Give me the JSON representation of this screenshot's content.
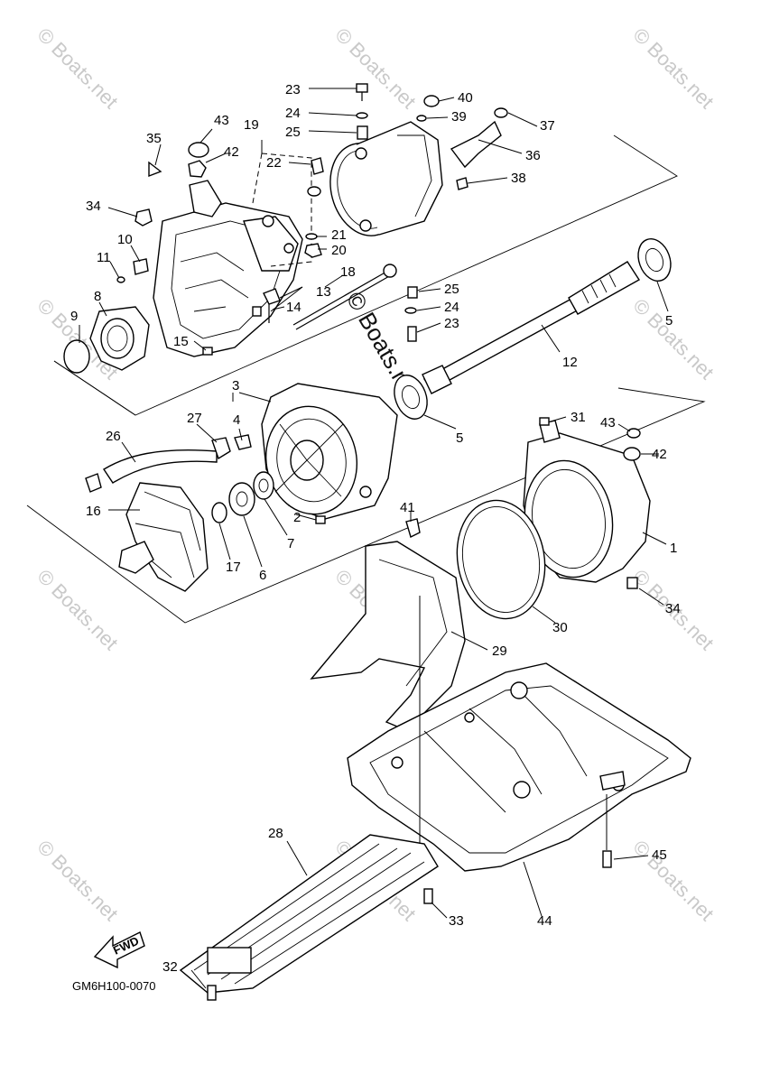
{
  "watermark": {
    "text": "© Boats.net",
    "center_text": "© Boats.net"
  },
  "diagram_code": "GM6H100-0070",
  "fwd_label": "FWD",
  "callouts": [
    {
      "id": "c1",
      "label": "1"
    },
    {
      "id": "c2",
      "label": "2"
    },
    {
      "id": "c3",
      "label": "3"
    },
    {
      "id": "c4",
      "label": "4"
    },
    {
      "id": "c5a",
      "label": "5"
    },
    {
      "id": "c5b",
      "label": "5"
    },
    {
      "id": "c6",
      "label": "6"
    },
    {
      "id": "c7",
      "label": "7"
    },
    {
      "id": "c8",
      "label": "8"
    },
    {
      "id": "c9",
      "label": "9"
    },
    {
      "id": "c10",
      "label": "10"
    },
    {
      "id": "c11",
      "label": "11"
    },
    {
      "id": "c12",
      "label": "12"
    },
    {
      "id": "c13",
      "label": "13"
    },
    {
      "id": "c14",
      "label": "14"
    },
    {
      "id": "c15",
      "label": "15"
    },
    {
      "id": "c16",
      "label": "16"
    },
    {
      "id": "c17",
      "label": "17"
    },
    {
      "id": "c18",
      "label": "18"
    },
    {
      "id": "c19",
      "label": "19"
    },
    {
      "id": "c20",
      "label": "20"
    },
    {
      "id": "c21",
      "label": "21"
    },
    {
      "id": "c22",
      "label": "22"
    },
    {
      "id": "c23a",
      "label": "23"
    },
    {
      "id": "c23b",
      "label": "23"
    },
    {
      "id": "c24a",
      "label": "24"
    },
    {
      "id": "c24b",
      "label": "24"
    },
    {
      "id": "c25a",
      "label": "25"
    },
    {
      "id": "c25b",
      "label": "25"
    },
    {
      "id": "c26",
      "label": "26"
    },
    {
      "id": "c27",
      "label": "27"
    },
    {
      "id": "c28",
      "label": "28"
    },
    {
      "id": "c29",
      "label": "29"
    },
    {
      "id": "c30",
      "label": "30"
    },
    {
      "id": "c31",
      "label": "31"
    },
    {
      "id": "c32",
      "label": "32"
    },
    {
      "id": "c33",
      "label": "33"
    },
    {
      "id": "c34a",
      "label": "34"
    },
    {
      "id": "c34b",
      "label": "34"
    },
    {
      "id": "c35",
      "label": "35"
    },
    {
      "id": "c36",
      "label": "36"
    },
    {
      "id": "c37",
      "label": "37"
    },
    {
      "id": "c38",
      "label": "38"
    },
    {
      "id": "c39",
      "label": "39"
    },
    {
      "id": "c40",
      "label": "40"
    },
    {
      "id": "c41",
      "label": "41"
    },
    {
      "id": "c42a",
      "label": "42"
    },
    {
      "id": "c42b",
      "label": "42"
    },
    {
      "id": "c43a",
      "label": "43"
    },
    {
      "id": "c43b",
      "label": "43"
    },
    {
      "id": "c44",
      "label": "44"
    },
    {
      "id": "c45",
      "label": "45"
    }
  ]
}
